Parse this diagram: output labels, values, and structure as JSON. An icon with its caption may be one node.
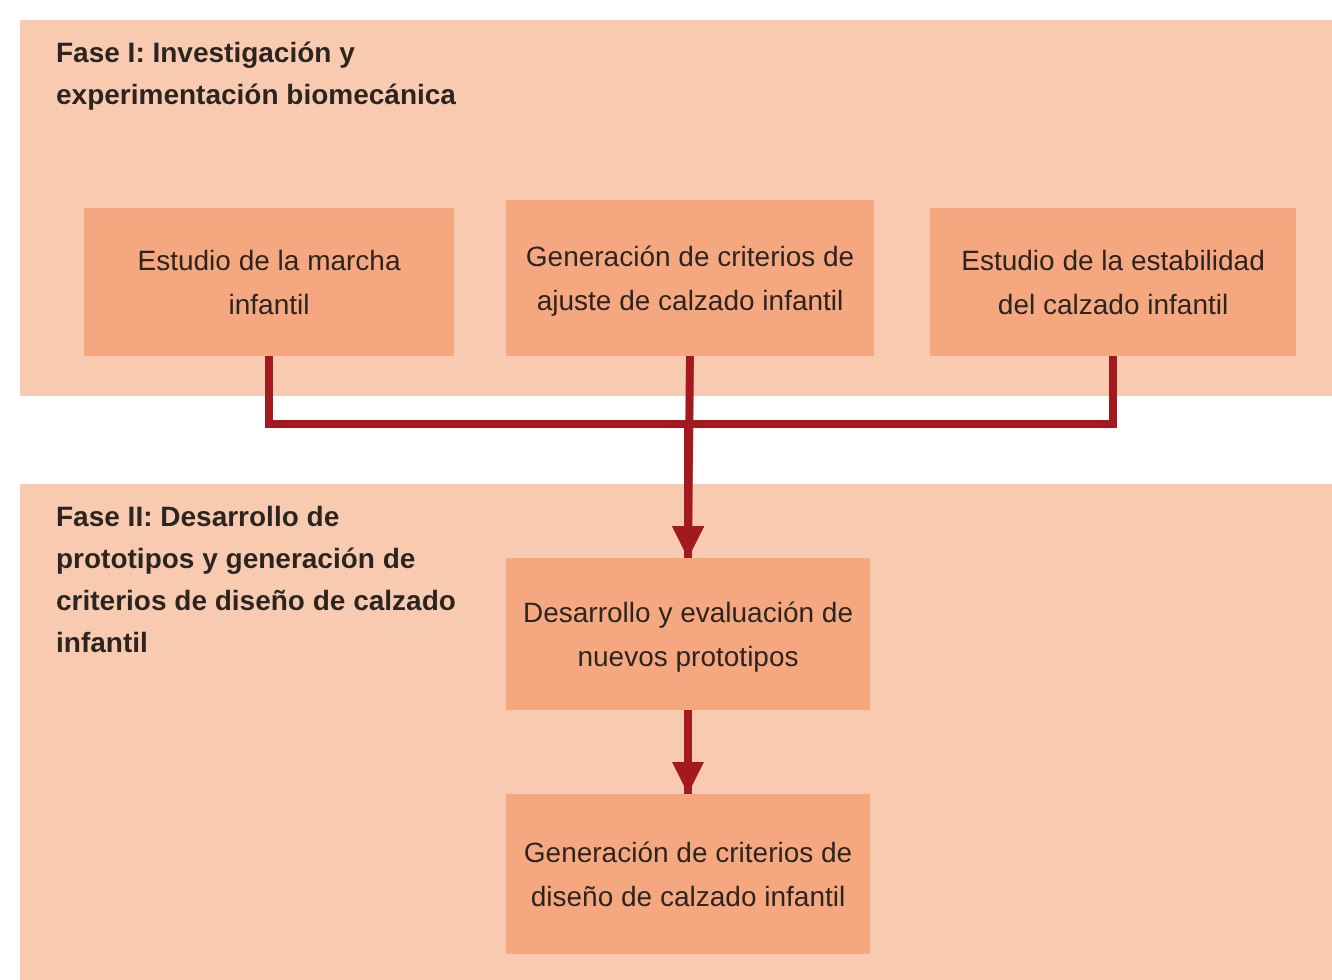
{
  "diagram": {
    "nodes": [
      {
        "text": [
          "Fase I: Investigación y experimentación biomecánica"
        ]
      },
      {
        "text": [
          "Estudio de la marcha infantil"
        ],
        "in": 0
      },
      {
        "text": [
          "Generación de criterios de ajuste de calzado infantil"
        ],
        "in": 0
      },
      {
        "text": [
          "Estudio de la estabilidad del calzado infantil"
        ],
        "in": 0
      },
      {
        "text": [
          "Fase II: Desarrollo de prototipos y generación de criterios de diseño de calzado infantil"
        ]
      },
      {
        "text": [
          "Desarrollo y evaluación de nuevos prototipos"
        ],
        "in": 4
      },
      {
        "text": [
          "Generación de criterios de diseño de calzado infantil"
        ],
        "in": 4
      }
    ],
    "edges": [
      {
        "from": 1,
        "to": 5,
        "arrow": "to"
      },
      {
        "from": 2,
        "to": 5,
        "arrow": "to"
      },
      {
        "from": 3,
        "to": 5,
        "arrow": "to"
      },
      {
        "from": 5,
        "to": 6,
        "arrow": "to"
      }
    ]
  }
}
